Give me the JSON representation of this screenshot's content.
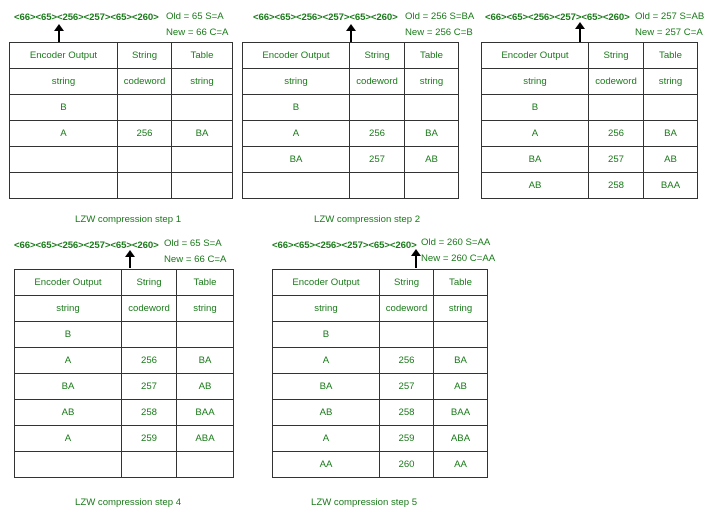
{
  "headers": {
    "encoder_output": "Encoder Output",
    "string": "String",
    "table": "Table",
    "sub_string": "string",
    "sub_codeword": "codeword",
    "sub_string2": "string"
  },
  "panels": [
    {
      "code_line": "<66><65><256><257><65><260>",
      "info": [
        "Old = 65    S=A",
        "New = 66  C=A"
      ],
      "rows": [
        [
          "B",
          "",
          ""
        ],
        [
          "A",
          "256",
          "BA"
        ],
        [
          "",
          "",
          ""
        ],
        [
          "",
          "",
          ""
        ]
      ],
      "caption": "LZW compression step 1"
    },
    {
      "code_line": "<66><65><256><257><65><260>",
      "info": [
        "Old = 256  S=BA",
        "New = 256  C=B"
      ],
      "rows": [
        [
          "B",
          "",
          ""
        ],
        [
          "A",
          "256",
          "BA"
        ],
        [
          "BA",
          "257",
          "AB"
        ],
        [
          "",
          "",
          ""
        ]
      ],
      "caption": "LZW compression step 2"
    },
    {
      "code_line": "<66><65><256><257><65><260>",
      "info": [
        "Old = 257  S=AB",
        "New = 257  C=A"
      ],
      "rows": [
        [
          "B",
          "",
          ""
        ],
        [
          "A",
          "256",
          "BA"
        ],
        [
          "BA",
          "257",
          "AB"
        ],
        [
          "AB",
          "258",
          "BAA"
        ]
      ],
      "caption": ""
    },
    {
      "code_line": "<66><65><256><257><65><260>",
      "info": [
        "Old = 65    S=A",
        "New = 66  C=A"
      ],
      "rows": [
        [
          "B",
          "",
          ""
        ],
        [
          "A",
          "256",
          "BA"
        ],
        [
          "BA",
          "257",
          "AB"
        ],
        [
          "AB",
          "258",
          "BAA"
        ],
        [
          "A",
          "259",
          "ABA"
        ],
        [
          "",
          "",
          ""
        ]
      ],
      "caption": "LZW compression step 4"
    },
    {
      "code_line": "<66><65><256><257><65><260>",
      "info": [
        "Old = 260      S=AA",
        "New = 260    C=AA"
      ],
      "rows": [
        [
          "B",
          "",
          ""
        ],
        [
          "A",
          "256",
          "BA"
        ],
        [
          "BA",
          "257",
          "AB"
        ],
        [
          "AB",
          "258",
          "BAA"
        ],
        [
          "A",
          "259",
          "ABA"
        ],
        [
          "AA",
          "260",
          "AA"
        ]
      ],
      "caption": "LZW compression step 5"
    }
  ]
}
